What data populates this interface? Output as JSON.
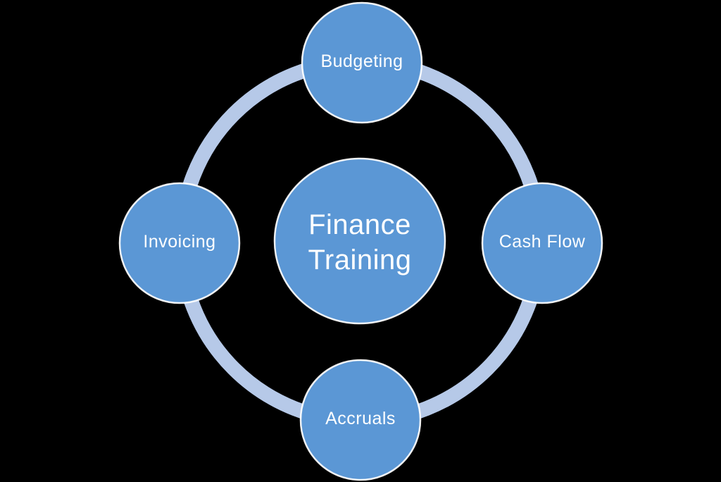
{
  "diagram": {
    "type": "radial-cycle",
    "center": {
      "label": "Finance Training",
      "lines": [
        "Finance",
        "Training"
      ]
    },
    "nodes": [
      {
        "id": "budgeting",
        "label": "Budgeting",
        "position": "top"
      },
      {
        "id": "cash-flow",
        "label": "Cash Flow",
        "position": "right"
      },
      {
        "id": "accruals",
        "label": "Accruals",
        "position": "bottom"
      },
      {
        "id": "invoicing",
        "label": "Invoicing",
        "position": "left"
      }
    ],
    "colors": {
      "background": "#000000",
      "node_fill": "#5B97D5",
      "node_border": "#FFFFFF",
      "ring": "#B6C9E8",
      "text": "#FFFFFF"
    }
  }
}
